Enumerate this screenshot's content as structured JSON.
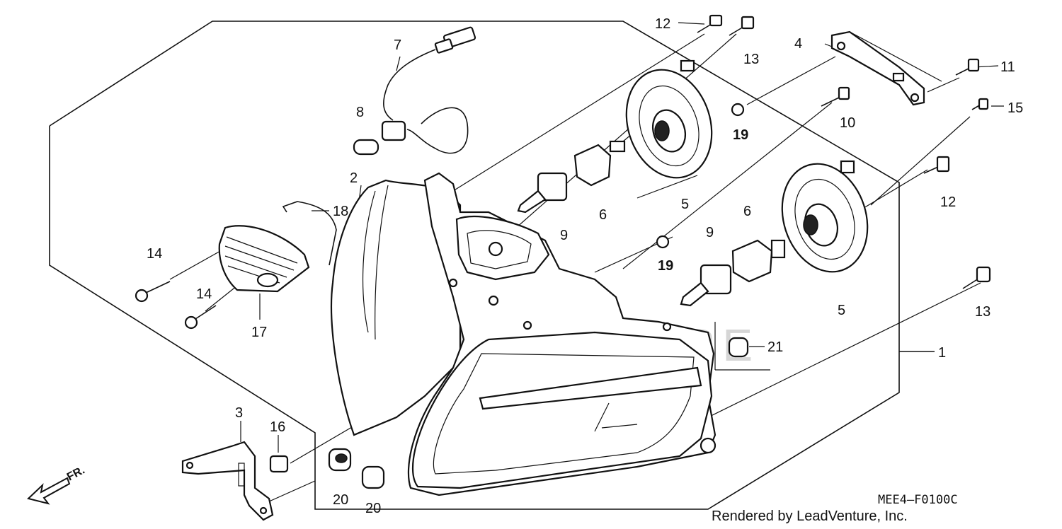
{
  "watermark": "LEADVENTURE",
  "diagram_code": "MEE4—F0100C",
  "credit": "Rendered by LeadVenture, Inc.",
  "front_marker": "FR.",
  "callouts": {
    "c1": "1",
    "c2": "2",
    "c3": "3",
    "c4": "4",
    "c5a": "5",
    "c5b": "5",
    "c6a": "6",
    "c6b": "6",
    "c7": "7",
    "c8": "8",
    "c9a": "9",
    "c9b": "9",
    "c10": "10",
    "c11": "11",
    "c12a": "12",
    "c12b": "12",
    "c13a": "13",
    "c13b": "13",
    "c14a": "14",
    "c14b": "14",
    "c15": "15",
    "c16": "16",
    "c17": "17",
    "c18": "18",
    "c19a": "19",
    "c19b": "19",
    "c20a": "20",
    "c20b": "20",
    "c21": "21"
  }
}
